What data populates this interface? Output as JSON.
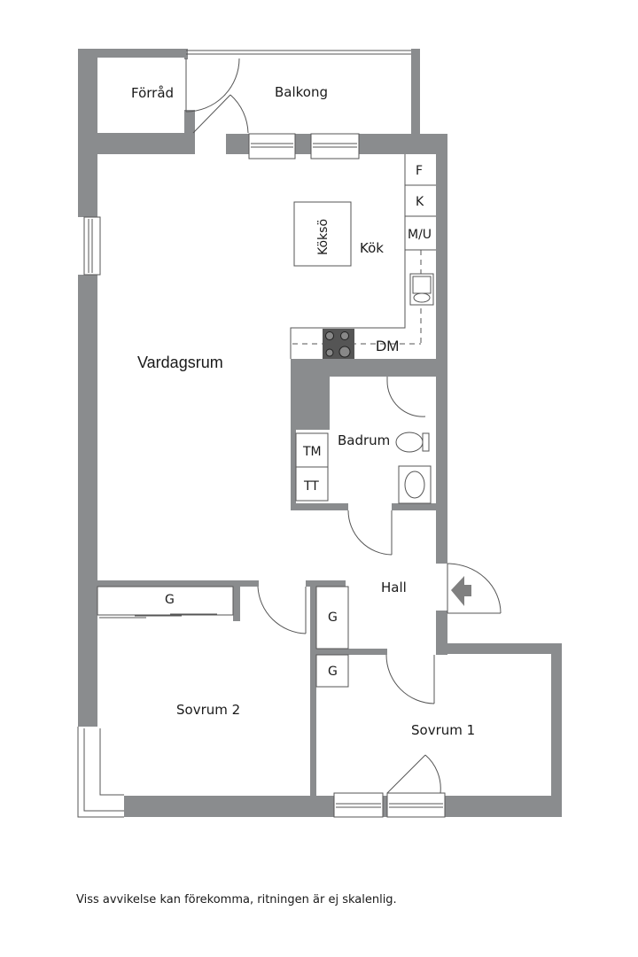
{
  "plan": {
    "wall_color": "#8a8c8e",
    "line_color": "#555555",
    "rooms": {
      "forrad": "Förråd",
      "balkong": "Balkong",
      "vardagsrum": "Vardagsrum",
      "kok": "Kök",
      "kokso": "Köksö",
      "badrum": "Badrum",
      "hall": "Hall",
      "sovrum1": "Sovrum 1",
      "sovrum2": "Sovrum 2"
    },
    "appliances": {
      "fridge": "F",
      "freezer": "K",
      "microwave_oven": "M/U",
      "dishwasher": "DM",
      "dryer": "TM",
      "tumble": "TT"
    },
    "wardrobes": {
      "sovrum2_wardrobe": "G",
      "hall_wardrobe_1": "G",
      "hall_wardrobe_2": "G"
    },
    "icons": {
      "entrance": "entrance-arrow-icon",
      "stove": "stove-icon",
      "sink": "sink-icon",
      "toilet": "toilet-icon",
      "washbasin": "washbasin-icon",
      "shower": "shower-icon"
    }
  },
  "footer": {
    "disclaimer": "Viss avvikelse kan förekomma, ritningen är ej skalenlig."
  }
}
